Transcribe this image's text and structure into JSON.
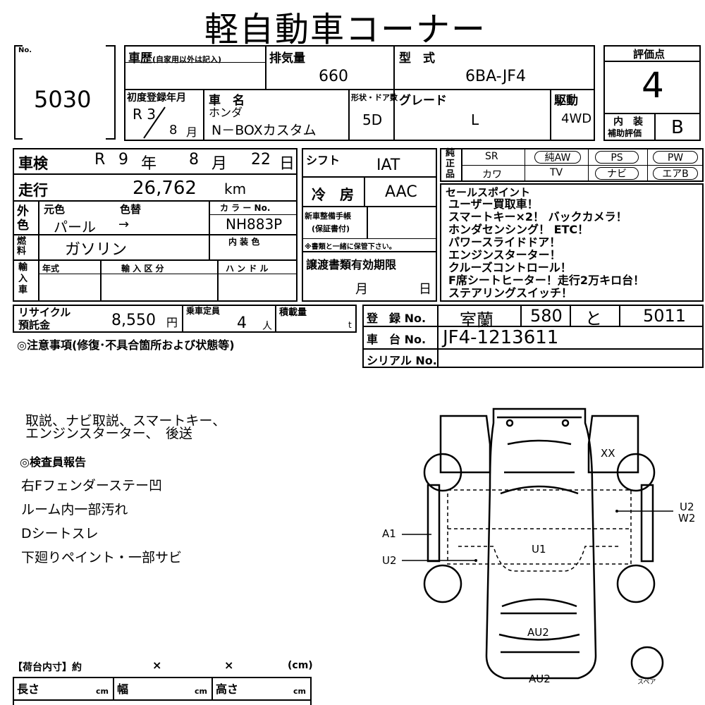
{
  "header": {
    "title": "軽自動車コーナー"
  },
  "lot": {
    "label": "No.",
    "number": "5030"
  },
  "history": {
    "label": "車歴",
    "sub": "(自家用以外は記入)"
  },
  "displacement": {
    "label": "排気量",
    "value": "660"
  },
  "model": {
    "label": "型　式",
    "value": "6BA-JF4"
  },
  "score": {
    "label": "評価点",
    "value": "4",
    "interior_label_1": "内　装",
    "interior_label_2": "補助評価",
    "interior_value": "B"
  },
  "first_reg": {
    "label": "初度登録年月",
    "year": "R 3",
    "month": "8",
    "month_unit": "月"
  },
  "car_name": {
    "label": "車　名",
    "maker": "ホンダ",
    "name": "N－BOXカスタム"
  },
  "doors": {
    "label": "形状・ドア数",
    "value": "5D"
  },
  "grade": {
    "label": "グレード",
    "value": "L"
  },
  "drive": {
    "label": "駆動",
    "value": "4WD"
  },
  "inspection": {
    "label": "車検",
    "era": "R",
    "year": "9",
    "year_unit": "年",
    "month": "8",
    "month_unit": "月",
    "day": "22",
    "day_unit": "日"
  },
  "mileage": {
    "label": "走行",
    "value": "26,762",
    "unit": "km"
  },
  "color": {
    "outer_label": "外色",
    "orig_label": "元色",
    "change_label": "色替",
    "value": "パール",
    "arrow": "→",
    "code_label": "カ ラ ー No.",
    "code": "NH883P",
    "interior_label": "内 装 色"
  },
  "fuel": {
    "label": "燃料",
    "value": "ガソリン"
  },
  "import": {
    "label": "輸入車",
    "year_label": "年式",
    "class_label": "輸 入 区 分",
    "handle_label": "ハ ン ド ル"
  },
  "shift": {
    "label": "シフト",
    "value": "IAT"
  },
  "ac": {
    "label": "冷　房",
    "value": "AAC"
  },
  "manual": {
    "label1": "新車整備手帳",
    "label2": "(保証書付)",
    "note": "※書類と一緒に保管下さい。"
  },
  "transfer": {
    "label": "譲渡書類有効期限",
    "month_unit": "月",
    "day_unit": "日"
  },
  "equipment": {
    "genuine_label": "純正品",
    "items": [
      "SR",
      "純AW",
      "PS",
      "PW",
      "カワ",
      "TV",
      "ナビ",
      "エアB"
    ]
  },
  "sales_points": {
    "label": "セールスポイント",
    "lines": [
      "ユーザー買取車！",
      "スマートキー×2！ バックカメラ！",
      "ホンダセンシング！ ETC！",
      "パワースライドドア！",
      "エンジンスターター！",
      "クルーズコントロール！",
      "F席シートヒーター！走行2万キロ台！",
      "ステアリングスイッチ！"
    ]
  },
  "recycle": {
    "label1": "リサイクル",
    "label2": "預託金",
    "value": "8,550",
    "unit": "円"
  },
  "capacity": {
    "label": "乗車定員",
    "value": "4",
    "unit": "人"
  },
  "load": {
    "label": "積載量",
    "unit": "t"
  },
  "registration": {
    "label": "登　録 No.",
    "area": "室蘭",
    "class": "580",
    "kana": "と",
    "number": "5011"
  },
  "chassis": {
    "label": "車　台 No.",
    "value": "JF4-1213611"
  },
  "serial": {
    "label": "シリアル No."
  },
  "caution": {
    "label": "◎注意事項(修復･不具合箇所および状態等)"
  },
  "notes": {
    "line1": "取説、ナビ取説、スマートキー、",
    "line2": "エンジンスターター、　後送",
    "inspector_label": "◎検査員報告",
    "reports": [
      "右Fフェンダーステー凹",
      "ルーム内一部汚れ",
      "Dシートスレ",
      "下廻りペイント・一部サビ"
    ]
  },
  "cargo": {
    "label": "【荷台内寸】約",
    "x1": "×",
    "x2": "×",
    "unit_cm": "(cm)",
    "length": "長さ",
    "width": "幅",
    "height": "高さ",
    "cm": "cm"
  },
  "diagram": {
    "xx": "XX",
    "u2w2_1": "U2",
    "u2w2_2": "W2",
    "a1": "A1",
    "u2": "U2",
    "u1": "U1",
    "au2_a": "AU2",
    "au2_b": "AU2",
    "spare": "スペア"
  }
}
